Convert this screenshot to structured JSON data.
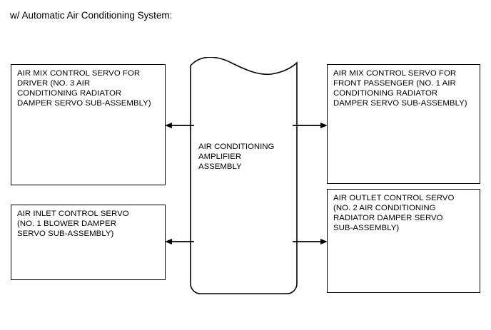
{
  "header": {
    "title": "w/ Automatic Air Conditioning System:"
  },
  "diagram": {
    "type": "block-diagram",
    "center": {
      "name": "air-conditioning-amplifier-assembly",
      "lines": [
        "AIR CONDITIONING",
        "AMPLIFIER",
        "ASSEMBLY"
      ]
    },
    "boxes": [
      {
        "id": "air-mix-control-servo-driver",
        "position": "top-left",
        "lines": [
          "AIR MIX CONTROL SERVO FOR",
          "DRIVER (NO. 3 AIR",
          "CONDITIONING RADIATOR",
          "DAMPER SERVO SUB-ASSEMBLY)"
        ]
      },
      {
        "id": "air-inlet-control-servo",
        "position": "bottom-left",
        "lines": [
          "AIR INLET CONTROL SERVO",
          "(NO. 1 BLOWER DAMPER",
          "SERVO SUB-ASSEMBLY)"
        ]
      },
      {
        "id": "air-mix-control-servo-front-passenger",
        "position": "top-right",
        "lines": [
          "AIR MIX CONTROL SERVO FOR",
          "FRONT PASSENGER (NO. 1 AIR",
          "CONDITIONING RADIATOR",
          "DAMPER SERVO SUB-ASSEMBLY)"
        ]
      },
      {
        "id": "air-outlet-control-servo",
        "position": "bottom-right",
        "lines": [
          "AIR OUTLET CONTROL SERVO",
          "(NO. 2 AIR CONDITIONING",
          "RADIATOR DAMPER SERVO",
          "SUB-ASSEMBLY)"
        ]
      }
    ],
    "connectors": [
      {
        "id": "amplifier-to-air-mix-driver",
        "direction": "left",
        "from": "air-conditioning-amplifier-assembly",
        "to": "air-mix-control-servo-driver"
      },
      {
        "id": "amplifier-to-air-inlet",
        "direction": "left",
        "from": "air-conditioning-amplifier-assembly",
        "to": "air-inlet-control-servo"
      },
      {
        "id": "amplifier-to-air-mix-front-passenger",
        "direction": "right",
        "from": "air-conditioning-amplifier-assembly",
        "to": "air-mix-control-servo-front-passenger"
      },
      {
        "id": "amplifier-to-air-outlet",
        "direction": "right",
        "from": "air-conditioning-amplifier-assembly",
        "to": "air-outlet-control-servo"
      }
    ],
    "colors": {
      "stroke": "#000000",
      "background": "#ffffff",
      "text": "#000000"
    }
  }
}
